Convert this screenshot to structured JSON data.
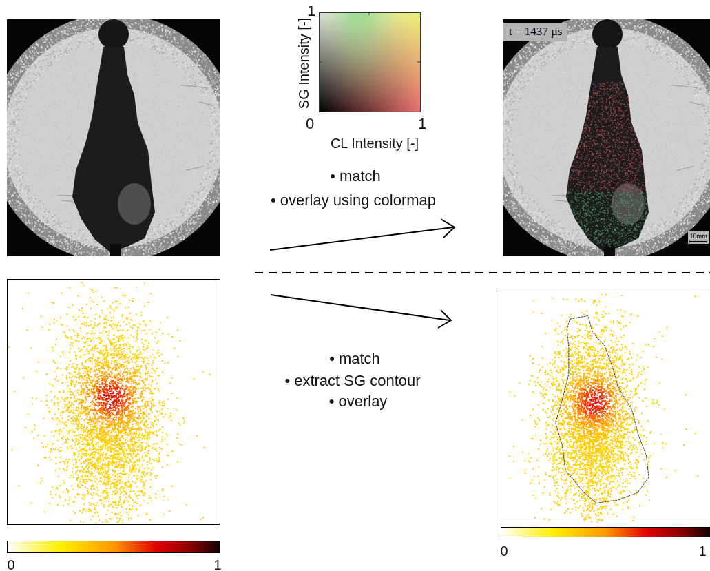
{
  "diagram": {
    "nodes": [
      {
        "text": [
          "t = 1437 µs"
        ]
      },
      {
        "text": [
          "10mm"
        ]
      }
    ],
    "labels": [
      "SG Intensity [-]",
      "1",
      "0",
      "CL Intensity [-]",
      "1",
      "• match",
      "• overlay using colormap",
      "• match",
      "• extract SG contour",
      "• overlay",
      "0",
      "1",
      "0",
      "1"
    ]
  }
}
